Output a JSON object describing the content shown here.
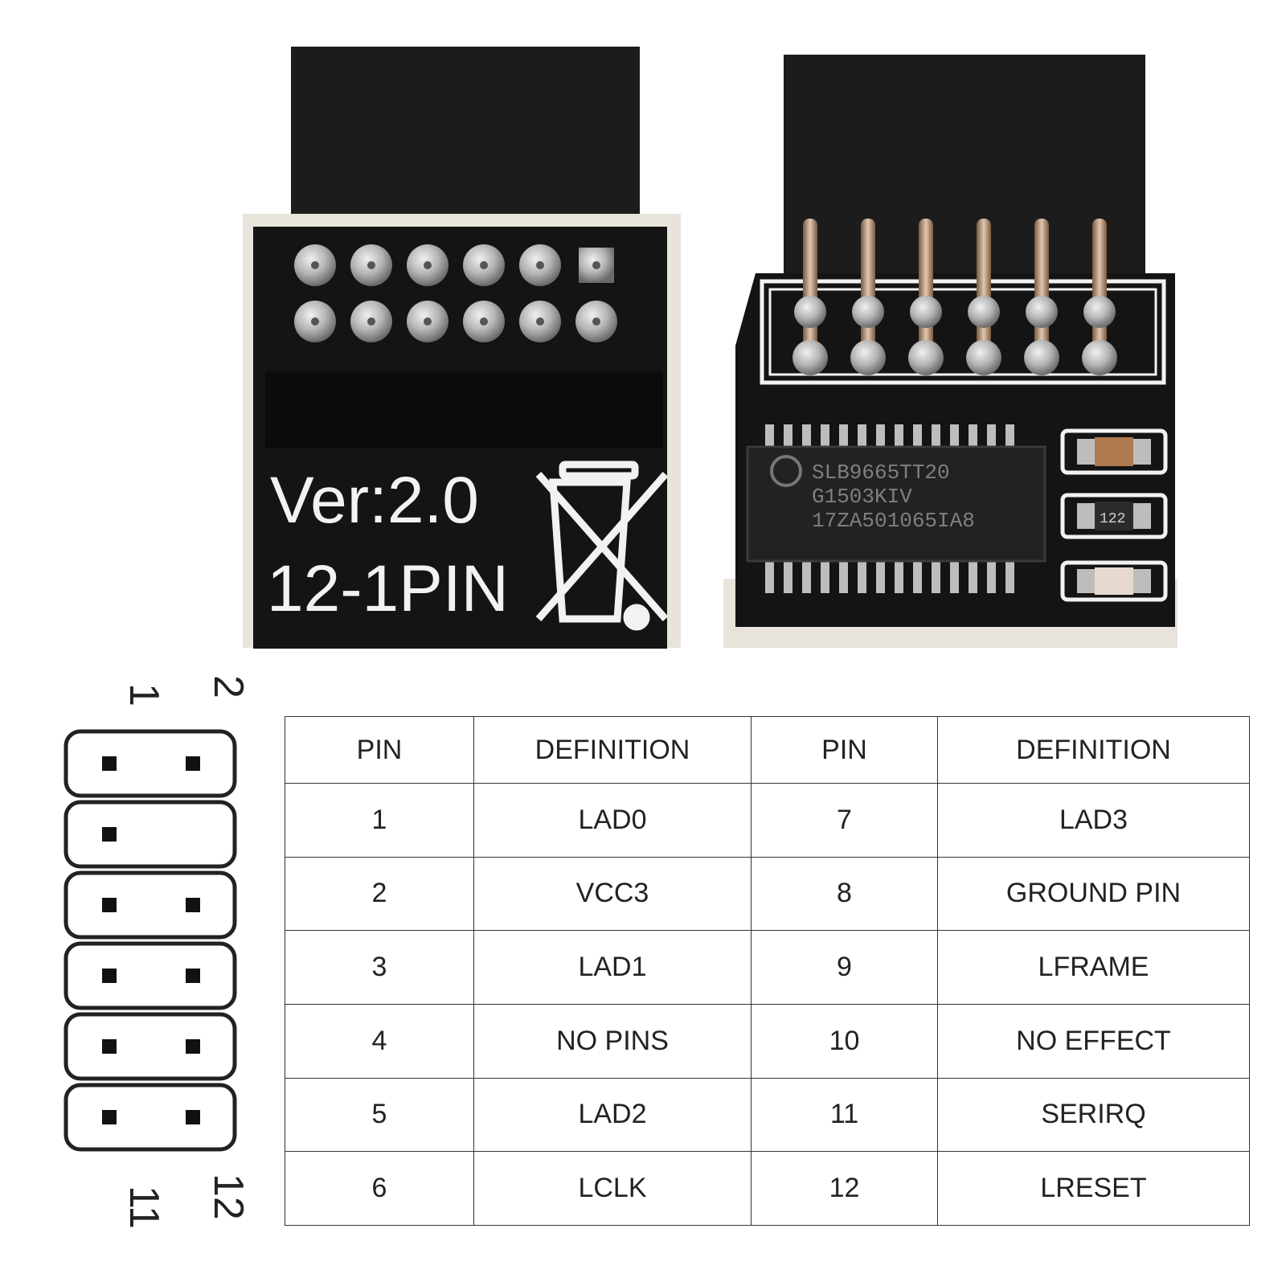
{
  "board_front": {
    "version_text": "Ver:2.0",
    "pin_text": "12-1PIN"
  },
  "chip": {
    "lines": [
      "SLB9665TT20",
      "G1503KIV",
      "17ZA501065IA8"
    ]
  },
  "resistor_code": "122",
  "diagram": {
    "top_labels": [
      "1",
      "2"
    ],
    "bottom_labels": [
      "11",
      "12"
    ],
    "rows": [
      {
        "left": true,
        "right": true
      },
      {
        "left": true,
        "right": false
      },
      {
        "left": true,
        "right": true
      },
      {
        "left": true,
        "right": true
      },
      {
        "left": true,
        "right": true
      },
      {
        "left": true,
        "right": true
      }
    ]
  },
  "pin_table": {
    "headers": [
      "PIN",
      "DEFINITION",
      "PIN",
      "DEFINITION"
    ],
    "rows": [
      [
        "1",
        "LAD0",
        "7",
        "LAD3"
      ],
      [
        "2",
        "VCC3",
        "8",
        "GROUND PIN"
      ],
      [
        "3",
        "LAD1",
        "9",
        "LFRAME"
      ],
      [
        "4",
        "NO PINS",
        "10",
        "NO EFFECT"
      ],
      [
        "5",
        "LAD2",
        "11",
        "SERIRQ"
      ],
      [
        "6",
        "LCLK",
        "12",
        "LRESET"
      ]
    ]
  },
  "colors": {
    "pcb": "#141414",
    "connector": "#1c1c1c",
    "silk": "#f2f2f2",
    "pad": "#b8b8b8",
    "table_border": "#333333",
    "text": "#222222"
  }
}
